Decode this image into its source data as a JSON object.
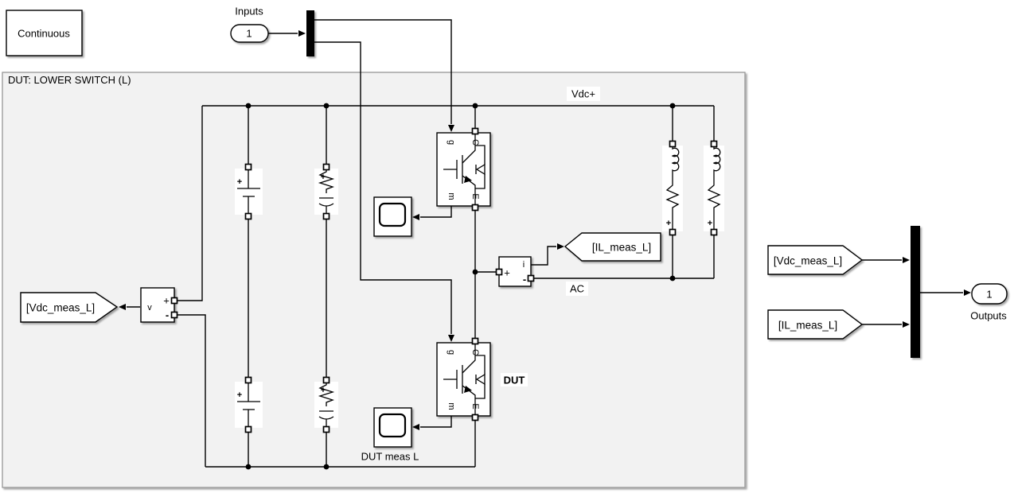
{
  "solver_block": {
    "label": "Continuous"
  },
  "inport": {
    "label": "Inputs",
    "number": "1"
  },
  "outport": {
    "label": "Outputs",
    "number": "1"
  },
  "area": {
    "title": "DUT: LOWER SWITCH (L)"
  },
  "annotations": {
    "vdc_rail": "Vdc+",
    "ac_node": "AC",
    "dut": "DUT"
  },
  "block_names": {
    "dut_scope": "DUT meas L"
  },
  "tags": {
    "goto_vdc": "[Vdc_meas_L]",
    "goto_il": "[IL_meas_L]",
    "from_vdc": "[Vdc_meas_L]",
    "from_il": "[IL_meas_L]"
  },
  "igbt": {
    "gate": "g",
    "collector": "C",
    "measure": "m",
    "emitter": "E"
  },
  "voltage_measurement": {
    "output": "v",
    "plus": "+",
    "minus": "-"
  },
  "current_measurement": {
    "output": "i",
    "plus": "+",
    "minus": "-"
  },
  "battery": {
    "plus": "+"
  },
  "rc_branch": {
    "plus": "+"
  },
  "rl_branch": {
    "plus": "+"
  },
  "colors": {
    "solver_text": "#2424cc",
    "dut_label": "#e80000",
    "branch_plus": "#e80000",
    "area_fill": "#f2f2f2",
    "area_border": "#969696"
  }
}
